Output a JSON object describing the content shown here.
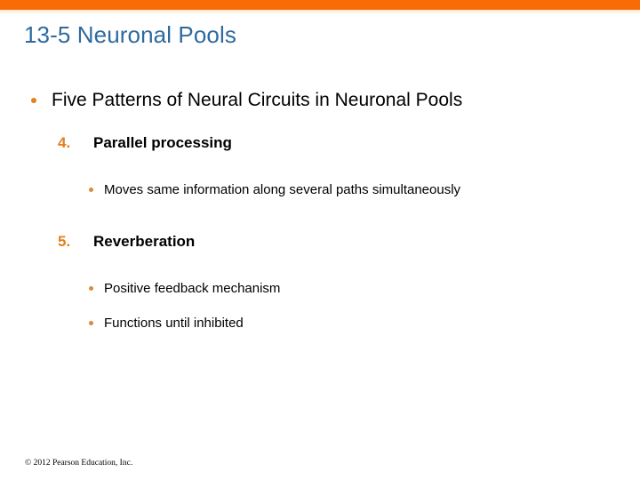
{
  "slide": {
    "title": "13-5 Neuronal Pools",
    "accent_orange": "#f96b07",
    "title_blue": "#2e6a9e",
    "number_orange": "#e2801e",
    "bullet_orange": "#e2801e"
  },
  "content": {
    "level1": {
      "text": "Five Patterns of Neural Circuits in Neuronal Pools"
    },
    "items": [
      {
        "number": "4.",
        "label": "Parallel processing",
        "subs": [
          "Moves same information along several paths simultaneously"
        ]
      },
      {
        "number": "5.",
        "label": "Reverberation",
        "subs": [
          "Positive feedback mechanism",
          "Functions until inhibited"
        ]
      }
    ]
  },
  "footer": {
    "copyright": "© 2012 Pearson Education, Inc."
  }
}
